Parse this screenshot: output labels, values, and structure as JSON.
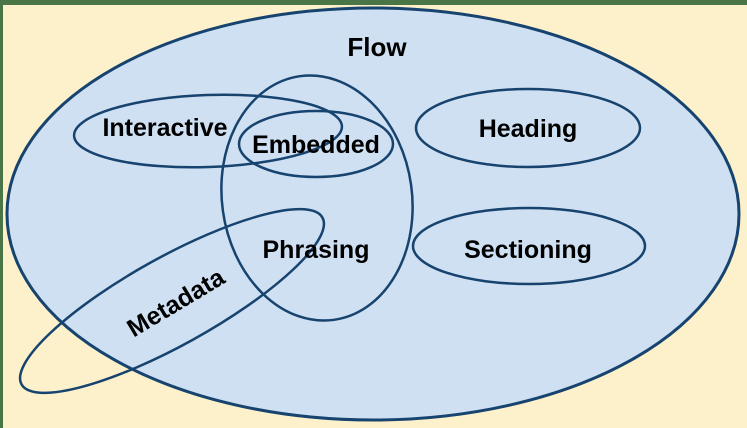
{
  "diagram": {
    "type": "euler-diagram",
    "description": "Kinds of content categories diagram",
    "labels": {
      "flow": "Flow",
      "interactive": "Interactive",
      "embedded": "Embedded",
      "heading": "Heading",
      "phrasing": "Phrasing",
      "sectioning": "Sectioning",
      "metadata": "Metadata"
    },
    "relationships": {
      "flow_contains": [
        "Interactive",
        "Embedded",
        "Heading",
        "Phrasing",
        "Sectioning"
      ],
      "phrasing_contains": [
        "Embedded"
      ],
      "interactive_overlaps": [
        "Phrasing",
        "Embedded"
      ],
      "metadata_overlaps": [
        "Phrasing",
        "Flow boundary"
      ]
    },
    "colors": {
      "canvas_background": "#fdf1cc",
      "flow_fill": "#cfe0f2",
      "outline": "#17436f",
      "frame": "#4a7546",
      "label_text": "#000000"
    }
  }
}
